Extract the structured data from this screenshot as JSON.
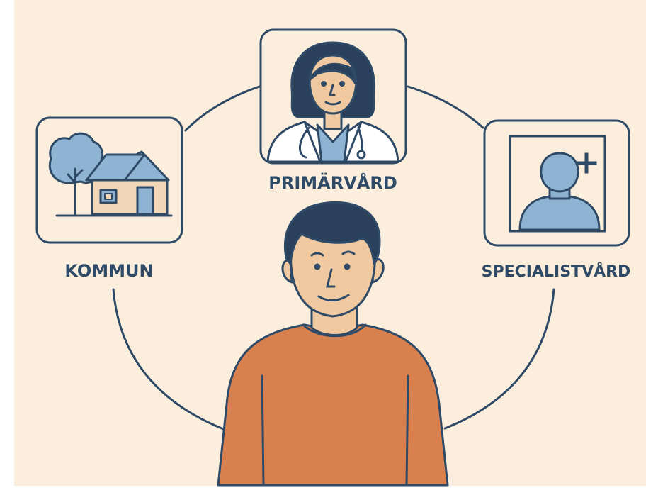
{
  "labels": {
    "primary_care": "PRIMÄRVÅRD",
    "municipality": "KOMMUN",
    "specialist_care": "SPECIALISTVÅRD"
  },
  "colors": {
    "background": "#fbeedd",
    "outline": "#2f4a66",
    "blue": "#8fb3d3",
    "shirt": "#d9804f",
    "skin": "#f0c9a0",
    "hair": "#2b405a",
    "house_wall": "#f2d6b8"
  }
}
